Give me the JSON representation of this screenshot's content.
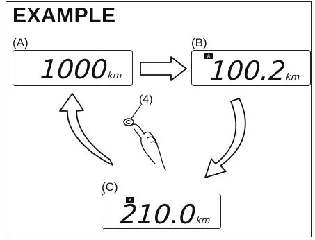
{
  "title": "EXAMPLE",
  "displays": [
    {
      "id": "A",
      "label": "(A)",
      "indicator": "",
      "value": "1000",
      "unit": "km"
    },
    {
      "id": "B",
      "label": "(B)",
      "indicator": "A",
      "value": "100.2",
      "unit": "km"
    },
    {
      "id": "C",
      "label": "(C)",
      "indicator": "B",
      "value": "210.0",
      "unit": "km"
    }
  ],
  "callout": "(4)",
  "icons": [
    "right-arrow-icon",
    "curved-arrow-down-icon",
    "curved-arrow-up-icon",
    "pointing-hand-icon",
    "button-icon"
  ]
}
